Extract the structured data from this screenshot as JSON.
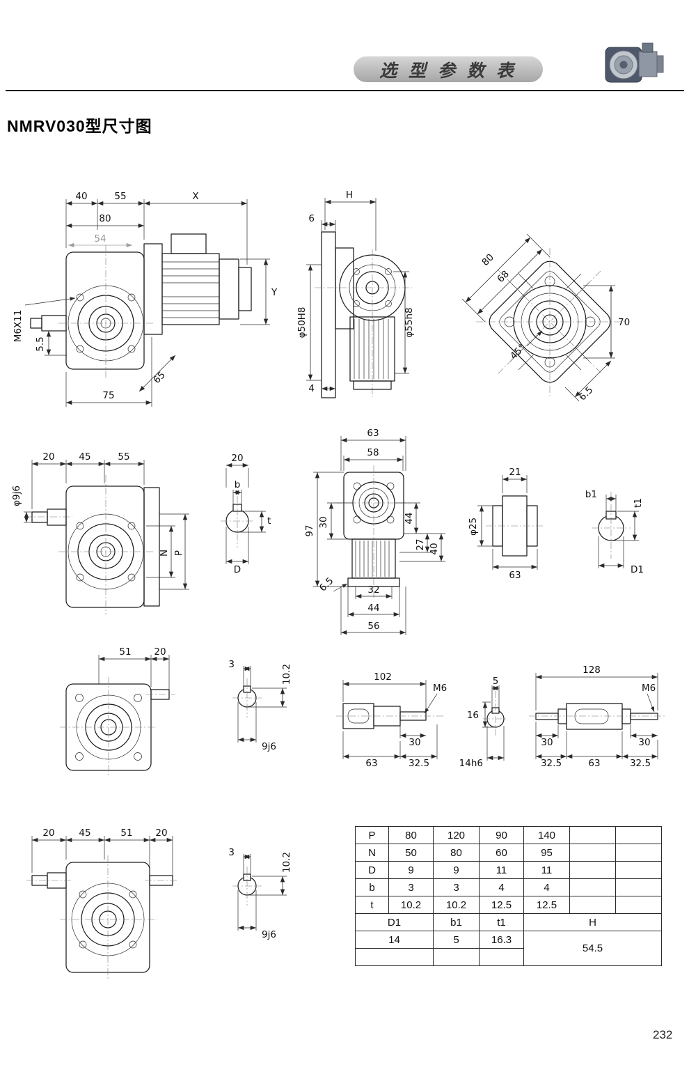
{
  "header": {
    "title": "选 型 参 数 表"
  },
  "doc": {
    "title": "NMRV030型尺寸图",
    "page_number": "232"
  },
  "v1": {
    "d40": "40",
    "d55": "55",
    "dX": "X",
    "d80": "80",
    "d54": "54",
    "m6": "M6X11",
    "d5_5": "5.5",
    "dY": "Y",
    "d65": "65",
    "d75": "75"
  },
  "v2": {
    "H": "H",
    "d6": "6",
    "bore": "φ50H8",
    "spigot": "φ55h8",
    "d4": "4"
  },
  "v3": {
    "d80": "80",
    "d68": "68",
    "d70": "70",
    "a45": "45°",
    "d6_5": "6.5"
  },
  "v4": {
    "d20": "20",
    "d45": "45",
    "d55": "55",
    "shaft": "φ9j6",
    "N": "N",
    "P": "P"
  },
  "v5": {
    "d20": "20",
    "b": "b",
    "t": "t",
    "D": "D"
  },
  "v6": {
    "d63": "63",
    "d58": "58",
    "d97": "97",
    "d30": "30",
    "d44r": "44",
    "d27": "27",
    "d40": "40",
    "d6_5": "6.5",
    "d32": "32",
    "d44b": "44",
    "d56": "56"
  },
  "v7": {
    "d21": "21",
    "d25": "φ25",
    "d63": "63"
  },
  "v8": {
    "b1": "b1",
    "t1": "t1",
    "D1": "D1"
  },
  "v9": {
    "d51": "51",
    "d20": "20"
  },
  "v10": {
    "d3": "3",
    "d10_2": "10.2",
    "d9j6": "9j6"
  },
  "v11": {
    "d102": "102",
    "m6": "M6",
    "d30": "30",
    "d63": "63",
    "d32_5": "32.5"
  },
  "v12": {
    "d5": "5",
    "d16": "16",
    "d14": "14h6"
  },
  "v13": {
    "d128": "128",
    "m6": "M6",
    "d30l": "30",
    "d30r": "30",
    "d32_5l": "32.5",
    "d63": "63",
    "d32_5r": "32.5"
  },
  "v14": {
    "d20l": "20",
    "d45": "45",
    "d51": "51",
    "d20r": "20"
  },
  "v15": {
    "d3": "3",
    "d10_2": "10.2",
    "d9j6": "9j6"
  },
  "table": {
    "rows": [
      {
        "label": "P",
        "v": [
          "80",
          "120",
          "90",
          "140",
          "",
          ""
        ]
      },
      {
        "label": "N",
        "v": [
          "50",
          "80",
          "60",
          "95",
          "",
          ""
        ]
      },
      {
        "label": "D",
        "v": [
          "9",
          "9",
          "11",
          "11",
          "",
          ""
        ]
      },
      {
        "label": "b",
        "v": [
          "3",
          "3",
          "4",
          "4",
          "",
          ""
        ]
      },
      {
        "label": "t",
        "v": [
          "10.2",
          "10.2",
          "12.5",
          "12.5",
          "",
          ""
        ]
      }
    ],
    "b_labels": {
      "D1": "D1",
      "b1": "b1",
      "t1": "t1",
      "H": "H"
    },
    "b_values": {
      "D1": "14",
      "b1": "5",
      "t1": "16.3",
      "H": "54.5"
    }
  }
}
